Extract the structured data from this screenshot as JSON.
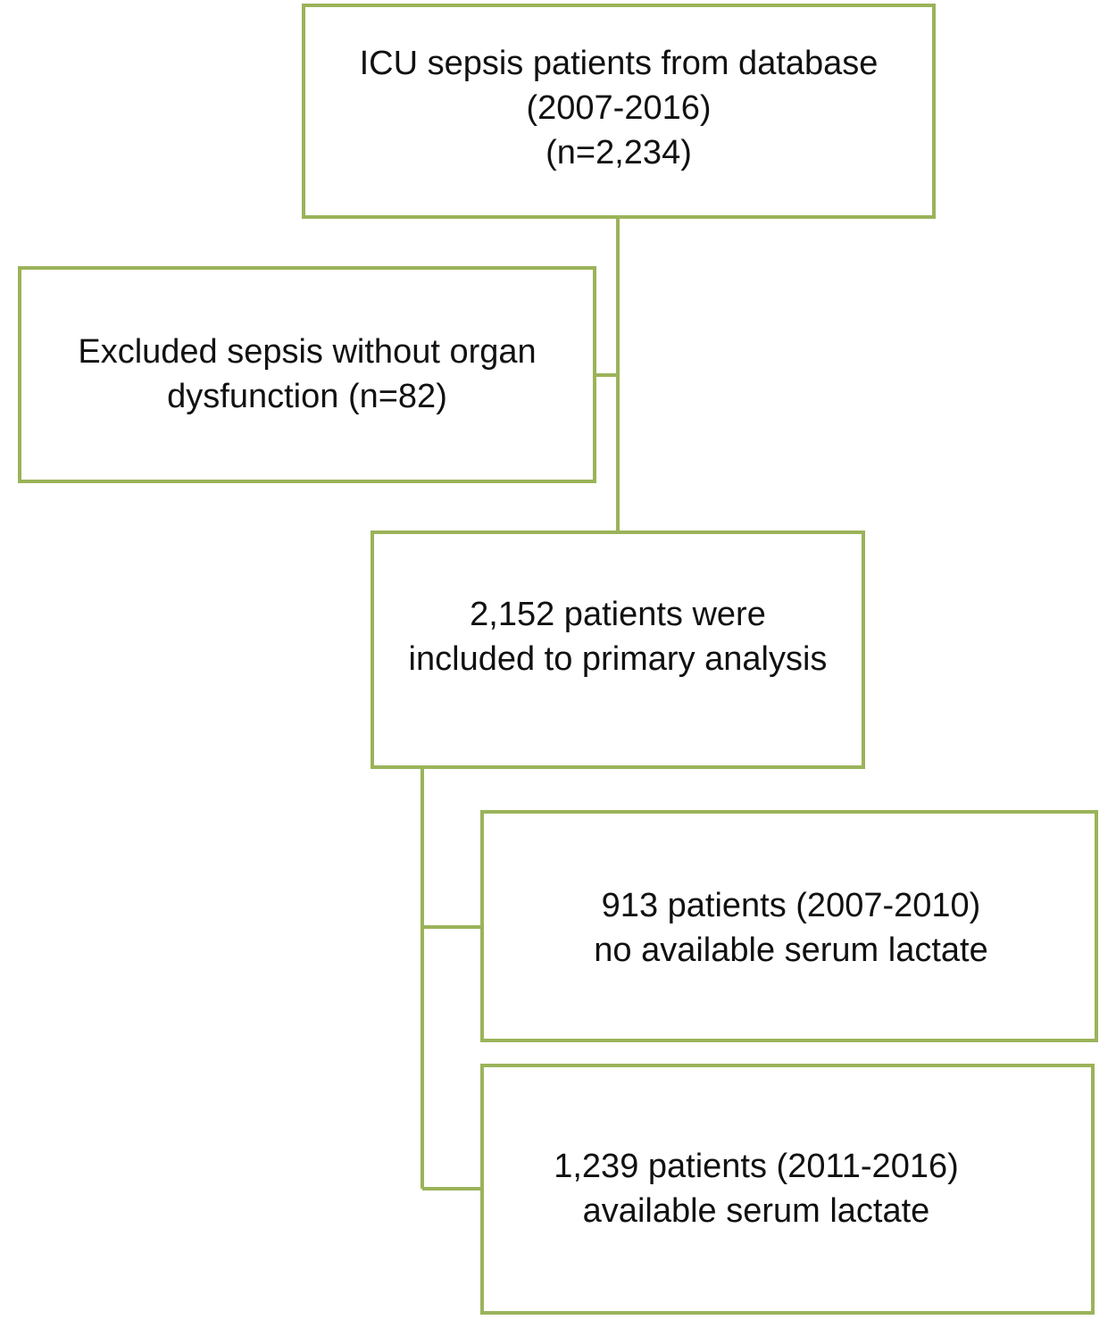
{
  "boxes": [
    {
      "id": "source",
      "lines": [
        "ICU sepsis patients from database",
        "(2007-2016)",
        "(n=2,234)"
      ]
    },
    {
      "id": "excluded",
      "lines": [
        "Excluded sepsis without organ",
        "dysfunction (n=82)"
      ]
    },
    {
      "id": "included",
      "lines": [
        "2,152 patients were",
        "included to primary analysis"
      ]
    },
    {
      "id": "no-lactate",
      "lines": [
        "913 patients (2007-2010)",
        "no available serum lactate"
      ]
    },
    {
      "id": "lactate",
      "lines": [
        "1,239 patients (2011-2016)",
        "available serum lactate"
      ]
    }
  ],
  "colors": {
    "border": "#9bb35a",
    "text": "#111111",
    "background": "#ffffff"
  }
}
